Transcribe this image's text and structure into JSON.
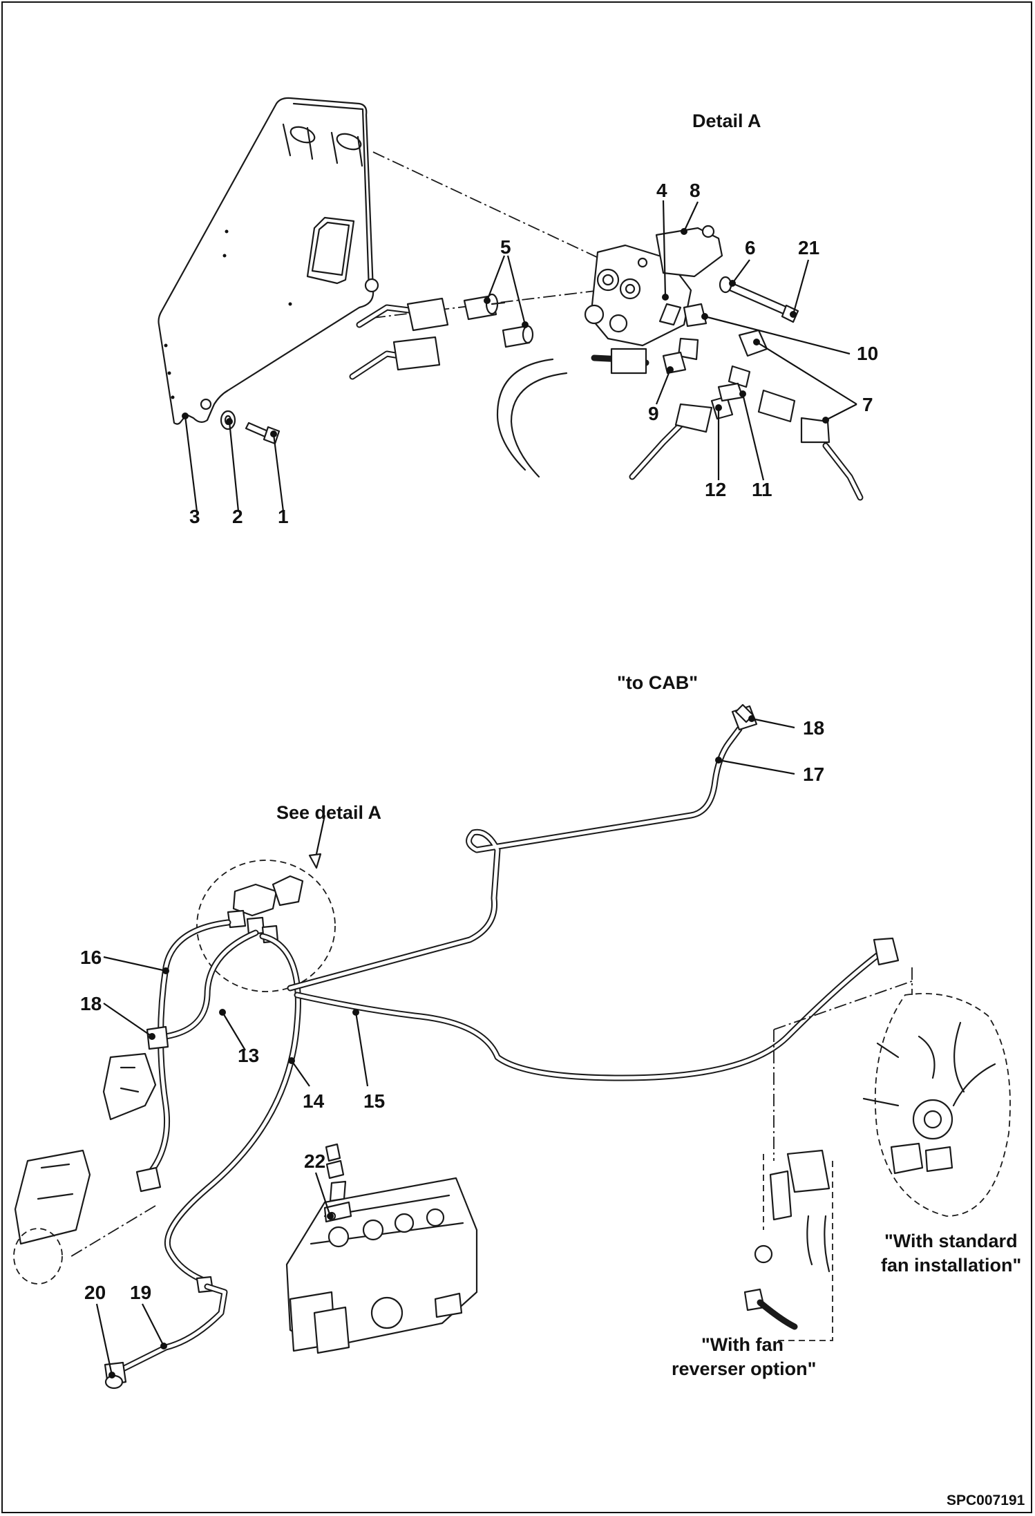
{
  "captions": {
    "detail_a": "Detail A",
    "to_cab": "\"to CAB\"",
    "see_detail_a": "See detail A",
    "standard_fan_line1": "\"With standard",
    "standard_fan_line2": "fan installation\"",
    "fan_reverser_line1": "\"With fan",
    "fan_reverser_line2": "reverser option\""
  },
  "drawing_code": "SPC007191",
  "callouts": {
    "c1": "1",
    "c2": "2",
    "c3": "3",
    "c4": "4",
    "c5": "5",
    "c6": "6",
    "c7": "7",
    "c8": "8",
    "c9": "9",
    "c10": "10",
    "c11": "11",
    "c12": "12",
    "c13": "13",
    "c14": "14",
    "c15": "15",
    "c16": "16",
    "c17": "17",
    "c18a": "18",
    "c18b": "18",
    "c19": "19",
    "c20": "20",
    "c21": "21",
    "c22": "22"
  }
}
